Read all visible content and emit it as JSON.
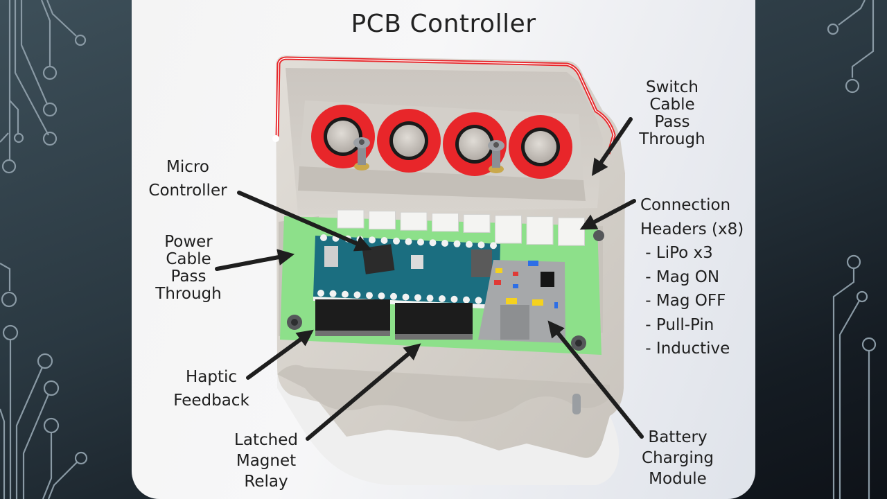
{
  "slide": {
    "title": "PCB Controller",
    "colors": {
      "background_dark": "#2a3841",
      "card": "#f4f4f4",
      "pcb_green": "#8de08a",
      "enclosure": "#d6d2cc",
      "gasket_red": "#e8262a",
      "arduino_teal": "#1b6e80",
      "arrow": "#1e1e1e"
    }
  },
  "labels": {
    "switch_cable": [
      "Switch",
      "Cable",
      "Pass",
      "Through"
    ],
    "micro_controller": [
      "Micro",
      "Controller"
    ],
    "connection_headers": [
      "Connection",
      "Headers (x8)",
      " - LiPo x3",
      " - Mag ON",
      " - Mag OFF",
      " - Pull-Pin",
      " - Inductive"
    ],
    "power_cable": [
      "Power",
      "Cable",
      "Pass",
      "Through"
    ],
    "haptic": [
      "Haptic",
      "Feedback"
    ],
    "relay": [
      "Latched",
      "Magnet",
      "Relay"
    ],
    "charging": [
      "Battery",
      "Charging",
      "Module"
    ]
  }
}
